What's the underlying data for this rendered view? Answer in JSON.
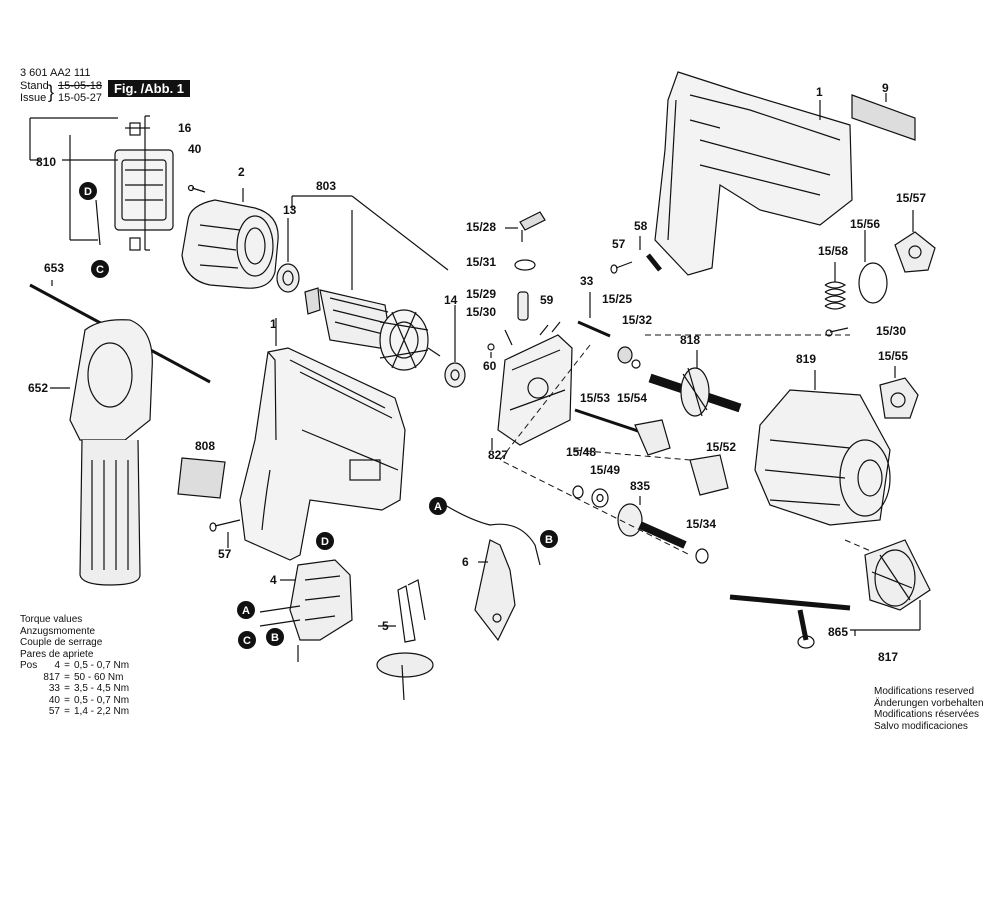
{
  "header": {
    "doc_number": "3 601 AA2 111",
    "stand_label": "Stand",
    "issue_label": "Issue",
    "stand_date": "15-05-18",
    "issue_date": "15-05-27",
    "figure_label": "Fig. /Abb. 1"
  },
  "part_labels": [
    {
      "id": "1a",
      "text": "1"
    },
    {
      "id": "9",
      "text": "9"
    },
    {
      "id": "16",
      "text": "16"
    },
    {
      "id": "810",
      "text": "810"
    },
    {
      "id": "40",
      "text": "40"
    },
    {
      "id": "2",
      "text": "2"
    },
    {
      "id": "803",
      "text": "803"
    },
    {
      "id": "13",
      "text": "13"
    },
    {
      "id": "15_28",
      "text": "15/28"
    },
    {
      "id": "15_31",
      "text": "15/31"
    },
    {
      "id": "58",
      "text": "58"
    },
    {
      "id": "57a",
      "text": "57"
    },
    {
      "id": "15_57",
      "text": "15/57"
    },
    {
      "id": "15_56",
      "text": "15/56"
    },
    {
      "id": "15_58",
      "text": "15/58"
    },
    {
      "id": "653",
      "text": "653"
    },
    {
      "id": "33",
      "text": "33"
    },
    {
      "id": "15_29",
      "text": "15/29"
    },
    {
      "id": "59",
      "text": "59"
    },
    {
      "id": "15_25",
      "text": "15/25"
    },
    {
      "id": "14",
      "text": "14"
    },
    {
      "id": "15_30a",
      "text": "15/30"
    },
    {
      "id": "15_32",
      "text": "15/32"
    },
    {
      "id": "15_30b",
      "text": "15/30"
    },
    {
      "id": "1b",
      "text": "1"
    },
    {
      "id": "818",
      "text": "818"
    },
    {
      "id": "819",
      "text": "819"
    },
    {
      "id": "15_55",
      "text": "15/55"
    },
    {
      "id": "60",
      "text": "60"
    },
    {
      "id": "652",
      "text": "652"
    },
    {
      "id": "15_53",
      "text": "15/53"
    },
    {
      "id": "15_54",
      "text": "15/54"
    },
    {
      "id": "808",
      "text": "808"
    },
    {
      "id": "827",
      "text": "827"
    },
    {
      "id": "15_52",
      "text": "15/52"
    },
    {
      "id": "15_48",
      "text": "15/48"
    },
    {
      "id": "15_49",
      "text": "15/49"
    },
    {
      "id": "835",
      "text": "835"
    },
    {
      "id": "57b",
      "text": "57"
    },
    {
      "id": "15_34",
      "text": "15/34"
    },
    {
      "id": "6",
      "text": "6"
    },
    {
      "id": "4",
      "text": "4"
    },
    {
      "id": "5",
      "text": "5"
    },
    {
      "id": "865",
      "text": "865"
    },
    {
      "id": "817",
      "text": "817"
    }
  ],
  "callouts": [
    {
      "id": "D1",
      "text": "D"
    },
    {
      "id": "C1",
      "text": "C"
    },
    {
      "id": "A1",
      "text": "A"
    },
    {
      "id": "B1",
      "text": "B"
    },
    {
      "id": "D2",
      "text": "D"
    },
    {
      "id": "A2",
      "text": "A"
    },
    {
      "id": "C2",
      "text": "C"
    },
    {
      "id": "B2",
      "text": "B"
    }
  ],
  "torque": {
    "lines": [
      "Torque values",
      "Anzugsmomente",
      "Couple de serrage",
      "Pares de apriete"
    ],
    "rows": [
      {
        "pos_label": "Pos",
        "pos": "4",
        "eq": "=",
        "value": "0,5 - 0,7 Nm"
      },
      {
        "pos_label": "",
        "pos": "817",
        "eq": "=",
        "value": "50 - 60 Nm"
      },
      {
        "pos_label": "",
        "pos": "33",
        "eq": "=",
        "value": "3,5 - 4,5 Nm"
      },
      {
        "pos_label": "",
        "pos": "40",
        "eq": "=",
        "value": "0,5 - 0,7 Nm"
      },
      {
        "pos_label": "",
        "pos": "57",
        "eq": "=",
        "value": "1,4 - 2,2 Nm"
      }
    ]
  },
  "modifications": [
    "Modifications reserved",
    "Änderungen vorbehalten",
    "Modifications réservées",
    "Salvo modificaciones"
  ]
}
